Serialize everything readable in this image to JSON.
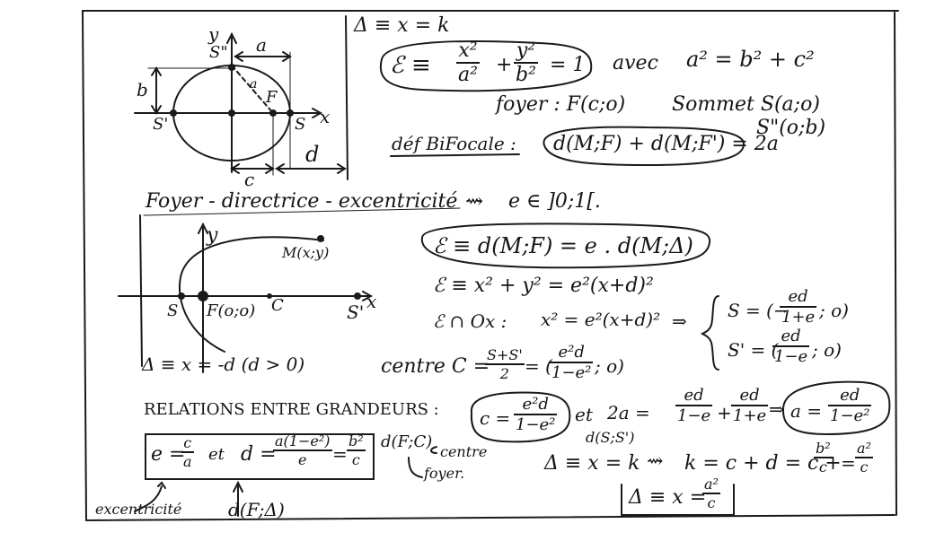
{
  "header": {
    "directrix_top": "Δ ≡ x = k"
  },
  "ellipse_figure": {
    "axis_y": "y",
    "axis_x": "x",
    "label_a": "a",
    "label_b": "b",
    "label_a_diag": "a",
    "label_c": "c",
    "label_d": "d",
    "vertex_s_top": "S\"",
    "vertex_s_left": "S'",
    "vertex_s_right": "S",
    "focus": "F"
  },
  "equation": {
    "lhs": "ℰ ≡",
    "x2": "x²",
    "a2": "a²",
    "plus": "+",
    "y2": "y²",
    "b2": "b²",
    "eq1": "= 1",
    "avec": "avec",
    "relation": "a² = b² + c²"
  },
  "foyer_line": {
    "foyer": "foyer : F(c;o)",
    "sommet": "Sommet S(a;o)",
    "s2": "S\"(o;b)"
  },
  "bifocal": {
    "label": "déf BiFocale :",
    "formula": "d(M;F) + d(M;F') = 2a"
  },
  "section2": {
    "title": "Foyer - directrice - excentricité",
    "arrow": "⇝",
    "range": "e ∈ ]0;1[."
  },
  "parabola_figure": {
    "axis_y": "y",
    "axis_x": "x",
    "point_m": "M(x;y)",
    "s": "S",
    "focus": "F(o;o)",
    "c": "C",
    "s_prime": "S'",
    "directrix": "Δ ≡ x = -d  (d > 0)"
  },
  "equations2": {
    "line1": "ℰ ≡ d(M;F) = e . d(M;Δ)",
    "line2": "ℰ ≡  x² + y² = e²(x+d)²",
    "line3_lhs": "ℰ ∩ Ox :",
    "line3_rhs": "x² = e²(x+d)²",
    "implies": "⇒",
    "s_eq": "S = (−",
    "s_num": "ed",
    "s_den": "1+e",
    "s_end": "; o)",
    "sp_eq": "S' = (",
    "sp_num": "ed",
    "sp_den": "1−e",
    "sp_end": "; o)",
    "centre": "centre C =",
    "c_num": "S+S'",
    "c_den": "2",
    "c_eq": "= (",
    "c2_num": "e²d",
    "c2_den": "1−e²",
    "c_end": "; o)"
  },
  "relations": {
    "title": "RELATIONS ENTRE GRANDEURS :",
    "c_lhs": "c =",
    "c_num": "e²d",
    "c_den": "1−e²",
    "et": "et",
    "two_a": "2a =",
    "t1_num": "ed",
    "t1_den": "1−e",
    "plus": "+",
    "t2_num": "ed",
    "t2_den": "1+e",
    "implies": "⇒",
    "a_lhs": "a =",
    "a_num": "ed",
    "a_den": "1−e²",
    "dss": "d(S;S')",
    "dfc": "d(F;C)",
    "centre": "centre",
    "foyer": "foyer.",
    "box_e": "e =",
    "box_e_num": "c",
    "box_e_den": "a",
    "box_et": "et",
    "box_d": "d =",
    "box_d_num": "a(1−e²)",
    "box_d_den": "e",
    "box_eq": "=",
    "box_d2_num": "b²",
    "box_d2_den": "c",
    "excentricite": "excentricité",
    "dfdelta": "d(F;Δ)",
    "final_lhs": "Δ ≡ x = k",
    "final_arrow": "⇝",
    "final_rhs": "k = c + d = c +",
    "final_frac_num": "b²",
    "final_frac_den": "c",
    "final_eq": "=",
    "final_frac2_num": "a²",
    "final_frac2_den": "c",
    "boxed_final": "Δ ≡ x =",
    "boxed_num": "a²",
    "boxed_den": "c"
  }
}
